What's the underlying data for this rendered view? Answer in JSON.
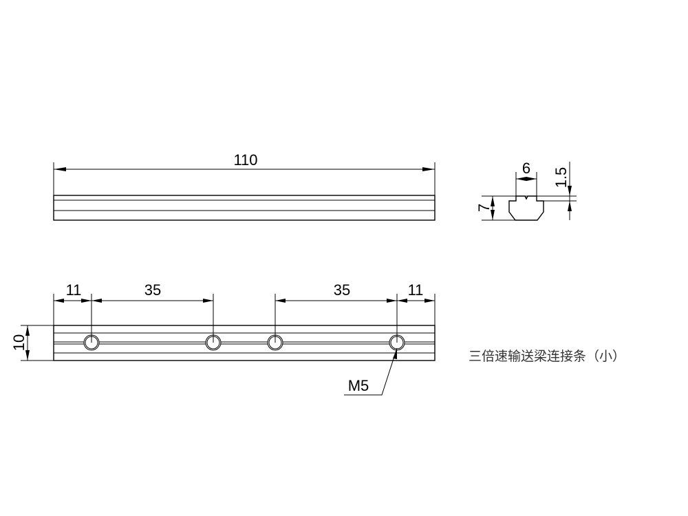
{
  "top_view": {
    "length_dim": "110"
  },
  "profile_view": {
    "width_dim": "6",
    "height_dim": "7",
    "lip_dim": "1.5"
  },
  "bottom_view": {
    "spacing_dims": [
      "11",
      "35",
      "35",
      "11"
    ],
    "height_dim": "10",
    "hole_label": "M5"
  },
  "title": "三倍速输送梁连接条（小）"
}
